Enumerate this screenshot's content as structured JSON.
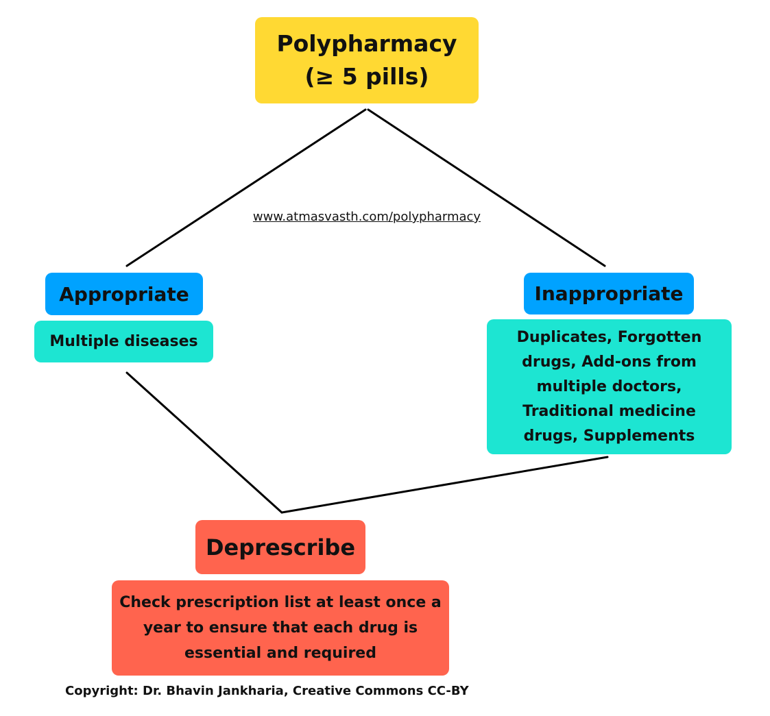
{
  "colors": {
    "yellow": "#FFD933",
    "blue": "#00A2FF",
    "teal": "#1DE5D2",
    "red": "#FF644E",
    "line": "#000000"
  },
  "nodes": {
    "polypharmacy": {
      "title": "Polypharmacy",
      "subtitle": "(≥ 5 pills)"
    },
    "appropriate": {
      "label": "Appropriate",
      "detail": "Multiple diseases"
    },
    "inappropriate": {
      "label": "Inappropriate",
      "detail": "Duplicates, Forgotten drugs, Add-ons from multiple doctors, Traditional medicine drugs, Supplements"
    },
    "deprescribe": {
      "label": "Deprescribe",
      "detail": "Check prescription list at least once a year to ensure that each drug is essential and required"
    }
  },
  "url": "www.atmasvasth.com/polypharmacy",
  "copyright": "Copyright: Dr. Bhavin Jankharia, Creative Commons CC-BY"
}
